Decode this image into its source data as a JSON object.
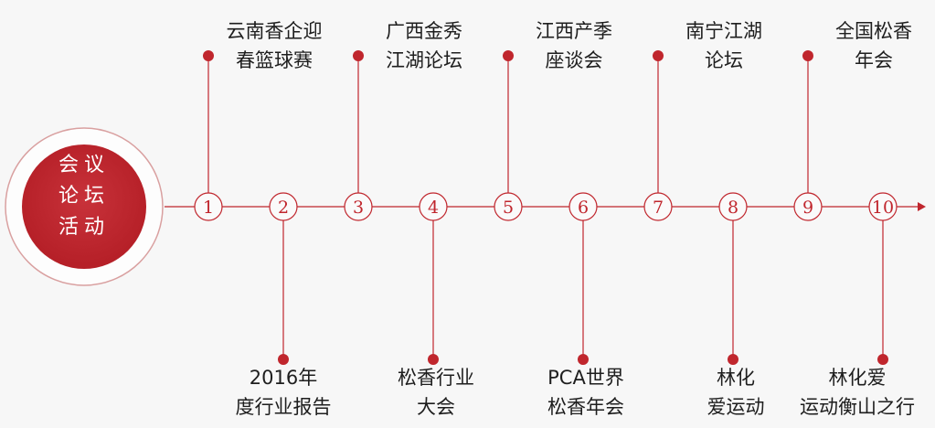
{
  "hub": {
    "lines": [
      "会议",
      "论坛",
      "活动"
    ],
    "fill_color": "#c0262d",
    "ring_color": "#d9a0a0"
  },
  "timeline": {
    "line_color": "#c0262d",
    "nodes": [
      {
        "number": "1",
        "position": "top",
        "lines": [
          "云南香企迎",
          "春篮球赛"
        ]
      },
      {
        "number": "2",
        "position": "bottom",
        "lines": [
          "2016年",
          "度行业报告"
        ]
      },
      {
        "number": "3",
        "position": "top",
        "lines": [
          "广西金秀",
          "江湖论坛"
        ]
      },
      {
        "number": "4",
        "position": "bottom",
        "lines": [
          "松香行业",
          "大会"
        ]
      },
      {
        "number": "5",
        "position": "top",
        "lines": [
          "江西产季",
          "座谈会"
        ]
      },
      {
        "number": "6",
        "position": "bottom",
        "lines": [
          "PCA世界",
          "松香年会"
        ]
      },
      {
        "number": "7",
        "position": "top",
        "lines": [
          "南宁江湖",
          "论坛"
        ]
      },
      {
        "number": "8",
        "position": "bottom",
        "lines": [
          "林化",
          "爱运动"
        ]
      },
      {
        "number": "9",
        "position": "top",
        "lines": [
          "全国松香",
          "年会"
        ]
      },
      {
        "number": "10",
        "position": "bottom",
        "lines": [
          "林化爱",
          "运动衡山之行"
        ]
      }
    ]
  }
}
